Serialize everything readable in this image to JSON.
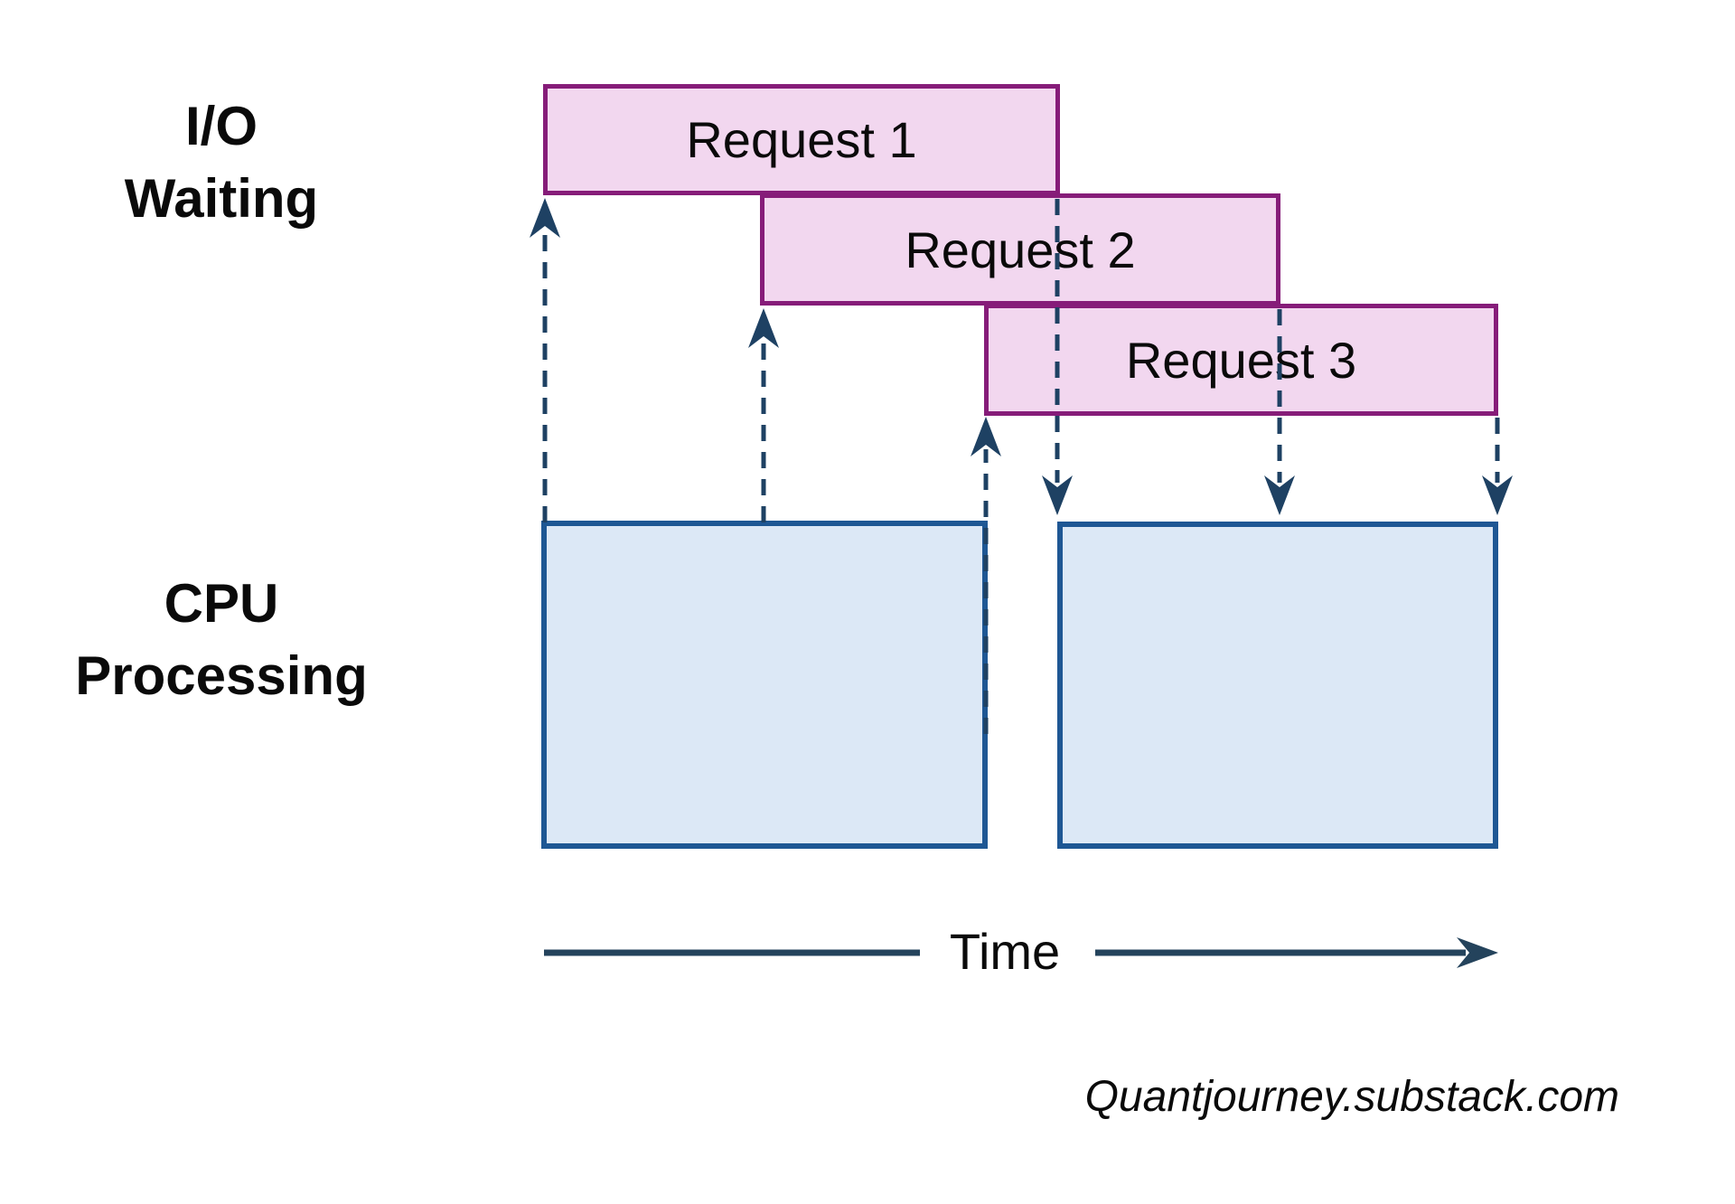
{
  "labels": {
    "io_line1": "I/O",
    "io_line2": "Waiting",
    "cpu_line1": "CPU",
    "cpu_line2": "Processing"
  },
  "requests": [
    {
      "label": "Request 1"
    },
    {
      "label": "Request 2"
    },
    {
      "label": "Request 3"
    }
  ],
  "cpu_blocks": [
    {
      "name": "cpu-block-1"
    },
    {
      "name": "cpu-block-2"
    }
  ],
  "time_axis": {
    "label": "Time"
  },
  "watermark": "Quantjourney.substack.com",
  "colors": {
    "request_fill": "#F2D7EF",
    "request_border": "#861C79",
    "cpu_fill": "#DCE8F6",
    "cpu_border": "#1E5794",
    "arrow": "#1E4163",
    "axis": "#24435C",
    "text": "#0A0A0A",
    "background": "#FFFFFF"
  }
}
